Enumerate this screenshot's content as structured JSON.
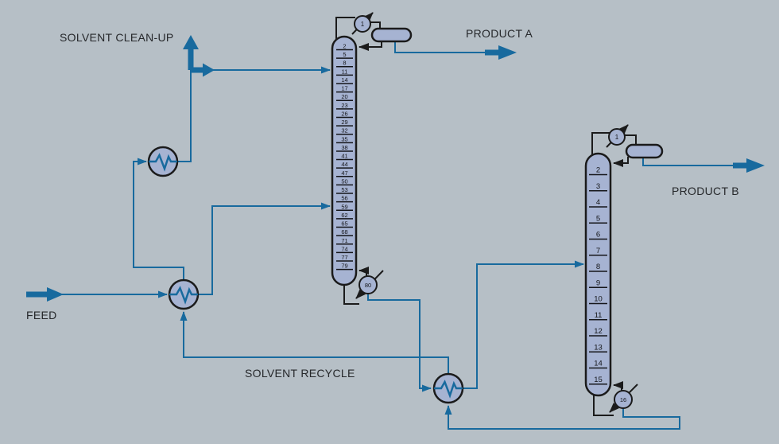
{
  "colors": {
    "background": "#b6bfc6",
    "vessel_fill": "#a6b3d2",
    "line": "#186a9e",
    "outline": "#1b1b1b",
    "text": "#26282b"
  },
  "labels": {
    "solvent_cleanup": "SOLVENT CLEAN-UP",
    "feed": "FEED",
    "product_a": "PRODUCT A",
    "product_b": "PRODUCT B",
    "solvent_recycle": "SOLVENT RECYCLE"
  },
  "column1": {
    "condenser_stage": "1",
    "reboiler_stage": "80",
    "trays": [
      "2",
      "5",
      "8",
      "11",
      "14",
      "17",
      "20",
      "23",
      "26",
      "29",
      "32",
      "35",
      "38",
      "41",
      "44",
      "47",
      "50",
      "53",
      "56",
      "59",
      "62",
      "65",
      "68",
      "71",
      "74",
      "77",
      "79"
    ]
  },
  "column2": {
    "condenser_stage": "1",
    "reboiler_stage": "16",
    "trays": [
      "2",
      "3",
      "4",
      "5",
      "6",
      "7",
      "8",
      "9",
      "10",
      "11",
      "12",
      "13",
      "14",
      "15"
    ]
  }
}
